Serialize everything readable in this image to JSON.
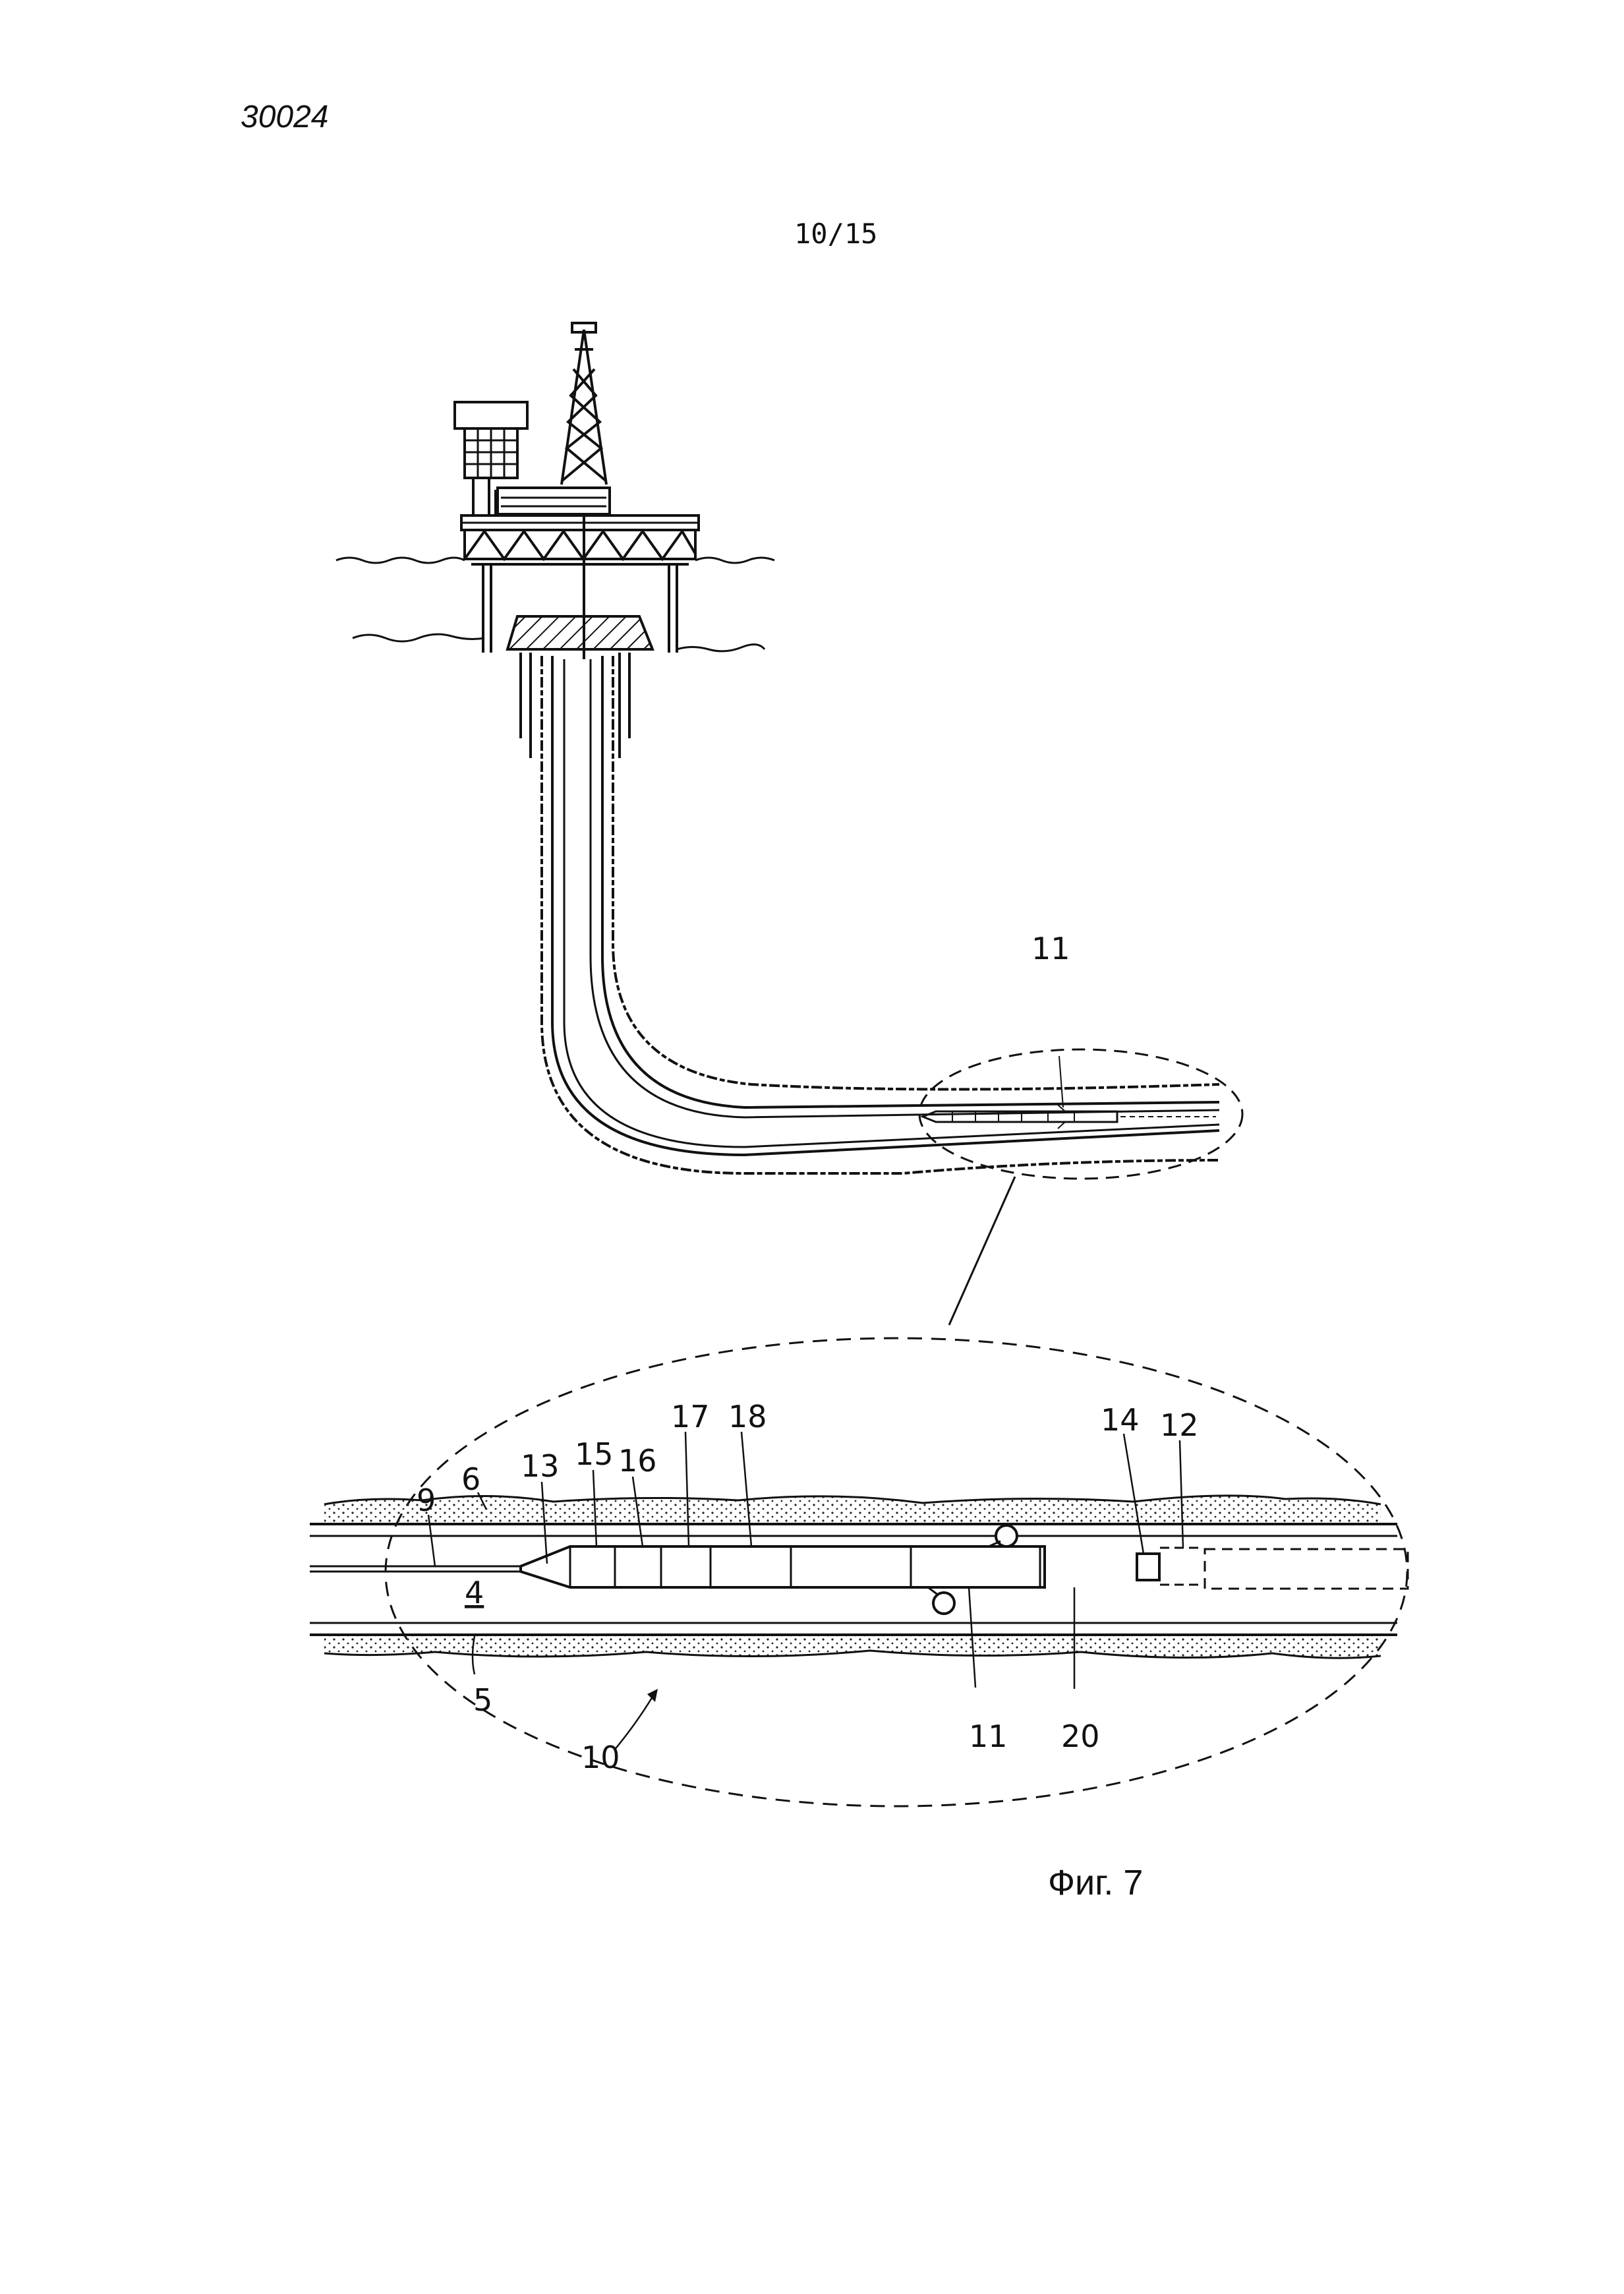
{
  "header": {
    "doc_number": "30024",
    "page_number": "10/15"
  },
  "figure": {
    "caption": "Фиг. 7",
    "labels": {
      "overview_11": "11",
      "l9": "9",
      "l6": "6",
      "l13": "13",
      "l15": "15",
      "l16": "16",
      "l17": "17",
      "l18": "18",
      "l14": "14",
      "l12": "12",
      "l4": "4",
      "l5": "5",
      "l10": "10",
      "l11": "11",
      "l20": "20"
    }
  }
}
